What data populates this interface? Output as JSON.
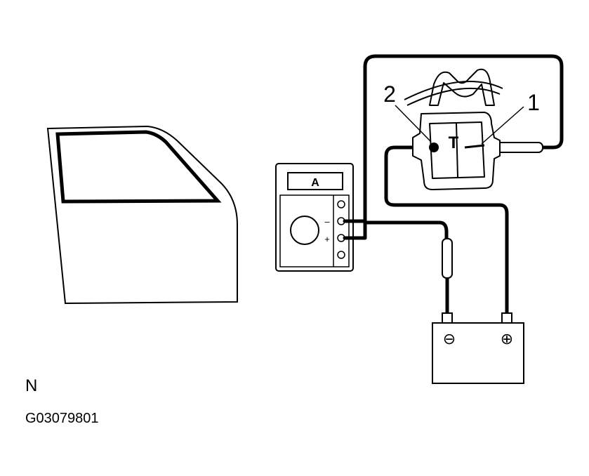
{
  "meter": {
    "display": "A",
    "minus": "–",
    "plus": "+"
  },
  "callouts": {
    "pin2": "2",
    "pin1": "1"
  },
  "connector": {
    "center": "T"
  },
  "battery": {
    "negative": "⊖",
    "positive": "⊕"
  },
  "view_label": "N",
  "figure_id": "G03079801"
}
